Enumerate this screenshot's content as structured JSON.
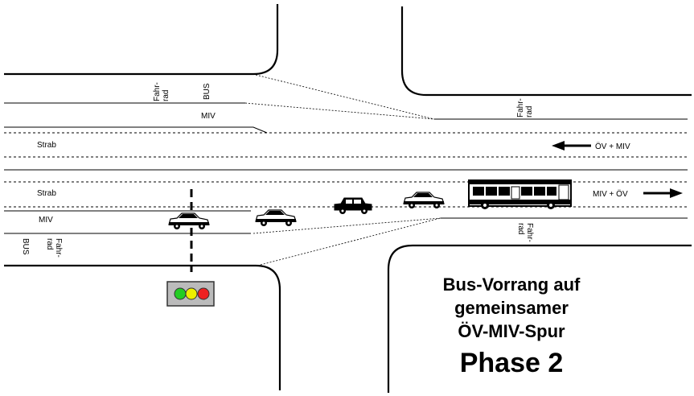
{
  "labels": {
    "fahrrad_top_left": [
      "Fahr-",
      "rad"
    ],
    "bus_top_left": "BUS",
    "fahrrad_top_right": [
      "Fahr-",
      "rad"
    ],
    "miv_top": "MIV",
    "strab_top": "Strab",
    "oev_miv_left": "ÖV + MIV",
    "strab_bottom": "Strab",
    "miv_bottom": "MIV",
    "miv_oev_right": "MIV + ÖV",
    "bus_bottom_left": "BUS",
    "fahrrad_bottom_left": [
      "Fahr-",
      "rad"
    ],
    "fahrrad_bottom_right": [
      "Fahr-",
      "rad"
    ]
  },
  "caption": {
    "line1": "Bus-Vorrang auf",
    "line2": "gemeinsamer",
    "line3": "ÖV-MIV-Spur",
    "phase": "Phase 2"
  },
  "signal": {
    "lights": [
      "#22cc22",
      "#eeee00",
      "#ee2222"
    ]
  }
}
